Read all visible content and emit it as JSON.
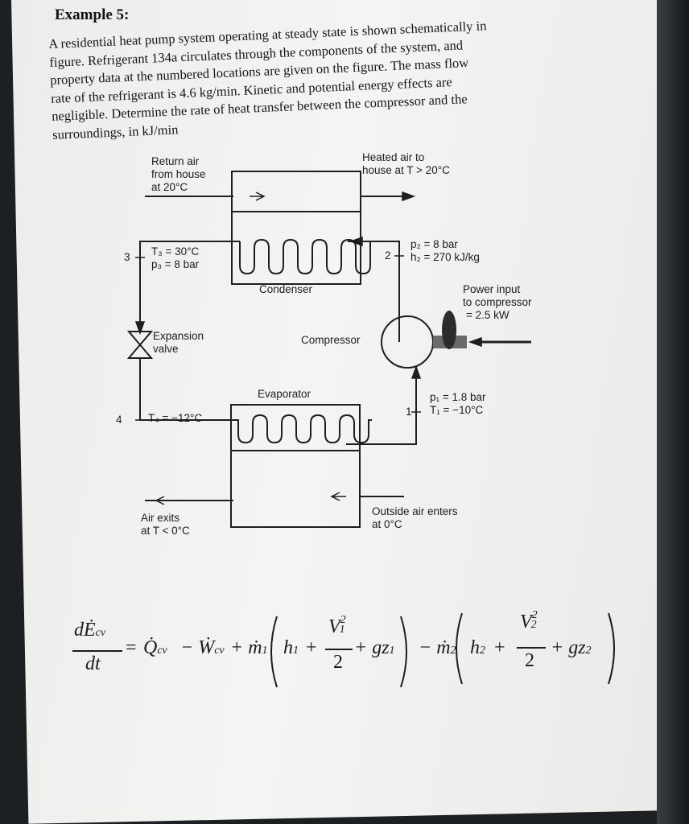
{
  "heading": "Example 5:",
  "problem_lines": [
    "A residential heat pump system operating at steady state is shown schematically in",
    "figure. Refrigerant 134a circulates through the components of the system, and",
    "property data at the numbered locations are given on the figure. The mass flow",
    "rate of the refrigerant is 4.6 kg/min. Kinetic and potential energy effects are",
    "negligible. Determine the rate of heat transfer between the compressor and the",
    "surroundings, in kJ/min"
  ],
  "diagram": {
    "return_air": [
      "Return air",
      "from house",
      "at 20°C"
    ],
    "heated_air": [
      "Heated air to",
      "house at T > 20°C"
    ],
    "state2": {
      "num": "2",
      "p": "p₂ = 8 bar",
      "h": "h₂ = 270 kJ/kg"
    },
    "state3": {
      "num": "3",
      "t": "T₃ = 30°C",
      "p": "p₃ = 8 bar"
    },
    "state4": {
      "num": "4",
      "t": "T₄ = −12°C"
    },
    "state1": {
      "num": "1",
      "p": "p₁ = 1.8 bar",
      "t": "T₁ = −10°C"
    },
    "condenser": "Condenser",
    "evaporator": "Evaporator",
    "compressor": "Compressor",
    "expansion": [
      "Expansion",
      "valve"
    ],
    "power": [
      "Power input",
      "to compressor",
      "= 2.5 kW"
    ],
    "air_exits": [
      "Air exits",
      "at T < 0°C"
    ],
    "outside_air": [
      "Outside air enters",
      "at 0°C"
    ]
  },
  "equation": {
    "lhs_num": "dĖ",
    "lhs_num_sub": "cv",
    "lhs_den": "dt",
    "eq": "=",
    "q": "Q̇",
    "q_sub": "cv",
    "minus_w": "− Ẇ",
    "w_sub": "cv",
    "plus_m1": "+ ṁ",
    "m1_sub": "1",
    "h1": "h",
    "h1_sub": "1",
    "plus": "+",
    "v1": "V",
    "v1_sub": "1",
    "sq": "2",
    "two": "2",
    "gz1": "+ gz",
    "gz1_sub": "1",
    "minus_m2": "− ṁ",
    "m2_sub": "2",
    "h2": "h",
    "h2_sub": "2",
    "plus2": "+",
    "v2": "V",
    "v2_sub": "2",
    "sq2": "2",
    "two2": "2",
    "gz2": "+ gz",
    "gz2_sub": "2"
  }
}
